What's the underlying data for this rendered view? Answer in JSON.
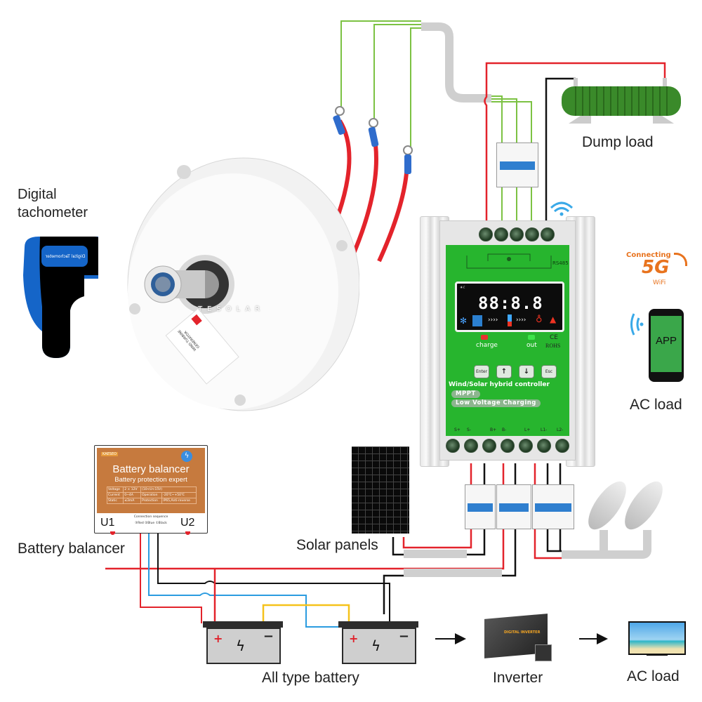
{
  "diagram": {
    "title": "Wind/Solar hybrid system wiring diagram",
    "labels": {
      "digital_tachometer": "Digital\ntachometer",
      "dump_load": "Dump load",
      "battery_balancer": "Battery balancer",
      "solar_panels": "Solar panels",
      "all_type_battery": "All type battery",
      "inverter": "Inverter",
      "ac_load_app": "AC load",
      "ac_load_tv": "AC load"
    },
    "wifi_badge": {
      "connecting": "Connecting",
      "band": "5G",
      "wifi": "WiFi"
    },
    "app": {
      "label": "APP"
    },
    "tachometer": {
      "screen_text": "Digital Tachometer"
    },
    "generator": {
      "brand": "TESOLAR",
      "nameplate_title": "WIND TURBINE GENERATOR"
    },
    "controller": {
      "rs485": "RS485",
      "lcd_digits": "88:8.8",
      "leds": [
        {
          "label": "charge",
          "color": "#e8312f"
        },
        {
          "label": "out",
          "color": "#3ee34a"
        }
      ],
      "cert": [
        "CE",
        "ROHS"
      ],
      "keys": [
        "Enter",
        "↑",
        "↓",
        "Esc"
      ],
      "title": "Wind/Solar hybrid controller",
      "features": [
        "MPPT",
        "Low Voltage Charging"
      ],
      "terminals_bottom": [
        "S+",
        "S-",
        "B+",
        "B-",
        "L+",
        "L1-",
        "L2-"
      ]
    },
    "balancer": {
      "brand": "KAESEO",
      "title": "Battery balancer",
      "subtitle": "Battery protection expert",
      "table": [
        [
          "Voltage",
          "2 × 12V",
          "(10<U<15V)",
          ""
        ],
        [
          "Current",
          "0~4A",
          "Operation",
          "-20℃~+50℃"
        ],
        [
          "Static",
          "≤3mA",
          "Protection",
          "IP65,Anti-reverse"
        ]
      ],
      "u1": "U1",
      "u2": "U2",
      "connection_sequence": "Connection sequence",
      "wire_order": "③Red  ②Blue  ①Black"
    },
    "battery": {
      "plus": "+",
      "minus": "−"
    },
    "inverter_brand": "DIGITAL INVERTER",
    "colors": {
      "wire_red": "#e3232b",
      "wire_black": "#111111",
      "wire_green": "#7cc243",
      "wire_blue": "#2b9ce0",
      "wire_yellow": "#f5c21b",
      "conduit_gray": "#cfcfcf",
      "controller_green": "#27b52e",
      "balancer_orange": "#c67a3e",
      "wifi_orange": "#e8731e",
      "wifi_blue": "#3aa9e8"
    }
  }
}
